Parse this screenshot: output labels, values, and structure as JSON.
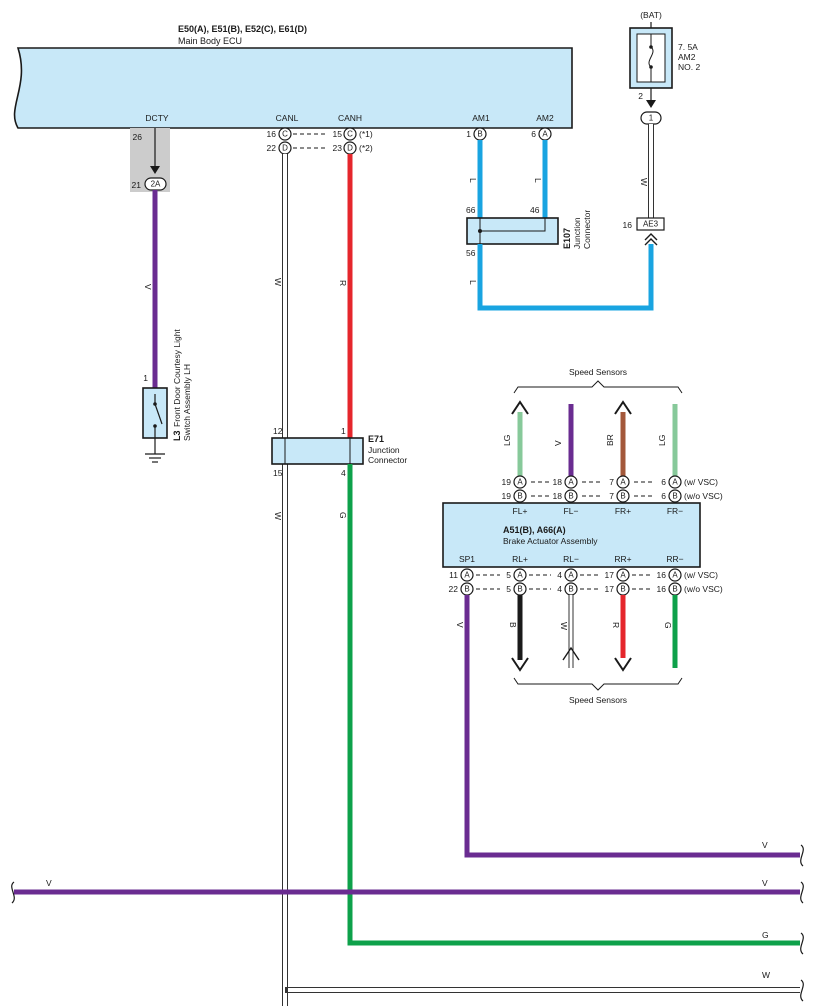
{
  "colors": {
    "L": "#19a4e1",
    "V": "#6a2c91",
    "R": "#e5262c",
    "G": "#0ea14a",
    "LG": "#87c99a",
    "BR": "#a3583a",
    "B": "#1a1a1a",
    "W": "#ffffff",
    "box": "#c8e8f8",
    "gray": "#cccccc"
  },
  "ecu": {
    "codes": "E50(A), E51(B), E52(C), E61(D)",
    "name": "Main Body ECU",
    "term_dcty": "DCTY",
    "term_canl": "CANL",
    "term_canh": "CANH",
    "term_am1": "AM1",
    "term_am2": "AM2"
  },
  "pins": {
    "p26": "26",
    "p21": "21",
    "c2a": "2A",
    "p16": "16",
    "p22": "22",
    "p15": "15",
    "p23": "23",
    "note1": "(*1)",
    "note2": "(*2)",
    "p1": "1",
    "p6": "6",
    "ae3": "AE3",
    "p16b": "16",
    "p2": "2",
    "c1": "1",
    "p66": "66",
    "p46": "46",
    "p56": "56",
    "p12": "12",
    "p1b": "1",
    "p15b": "15",
    "p4": "4",
    "l3p1": "1"
  },
  "letters": {
    "A": "A",
    "B": "B",
    "C": "C",
    "D": "D"
  },
  "fuse": {
    "source": "(BAT)",
    "rating": "7. 5A",
    "name": "AM2",
    "num": "NO. 2"
  },
  "e107": {
    "code": "E107",
    "name1": "Junction",
    "name2": "Connector"
  },
  "e71": {
    "code": "E71",
    "name1": "Junction",
    "name2": "Connector"
  },
  "l3": {
    "code": "L3",
    "name1": "Front Door Courtesy Light",
    "name2": "Switch Assembly LH"
  },
  "wires": {
    "V": "V",
    "W": "W",
    "R": "R",
    "L": "L",
    "G": "G",
    "LG": "LG",
    "BR": "BR",
    "B": "B"
  },
  "brake": {
    "codes": "A51(B), A66(A)",
    "name": "Brake Actuator Assembly",
    "speed_top": "Speed Sensors",
    "speed_bottom": "Speed Sensors",
    "fl_plus": "FL+",
    "fl_minus": "FL−",
    "fr_plus": "FR+",
    "fr_minus": "FR−",
    "sp1": "SP1",
    "rl_plus": "RL+",
    "rl_minus": "RL−",
    "rr_plus": "RR+",
    "rr_minus": "RR−",
    "w_vsc": "(w/ VSC)",
    "wo_vsc": "(w/o VSC)",
    "top_a": [
      "19",
      "18",
      "7",
      "6"
    ],
    "top_b": [
      "19",
      "18",
      "7",
      "6"
    ],
    "bot_a": [
      "11",
      "5",
      "4",
      "17",
      "16"
    ],
    "bot_b": [
      "22",
      "5",
      "4",
      "17",
      "16"
    ]
  }
}
